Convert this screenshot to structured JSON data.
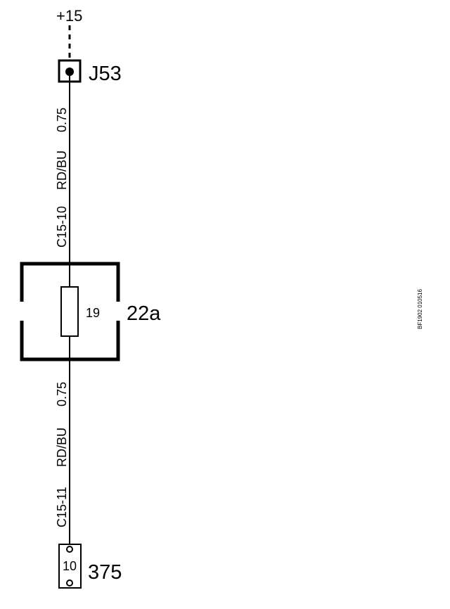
{
  "supply": {
    "label": "+15"
  },
  "connector_top": {
    "id": "J53"
  },
  "wire_upper": {
    "gauge": "0.75",
    "color_code": "RD/BU",
    "connector_pin": "C15-10"
  },
  "fuse_box": {
    "id": "22a",
    "fuse_number": "19"
  },
  "wire_lower": {
    "gauge": "0.75",
    "color_code": "RD/BU",
    "connector_pin": "C15-11"
  },
  "connector_bottom": {
    "id": "375",
    "pin": "10"
  },
  "figure_code": "BF1902 010516"
}
